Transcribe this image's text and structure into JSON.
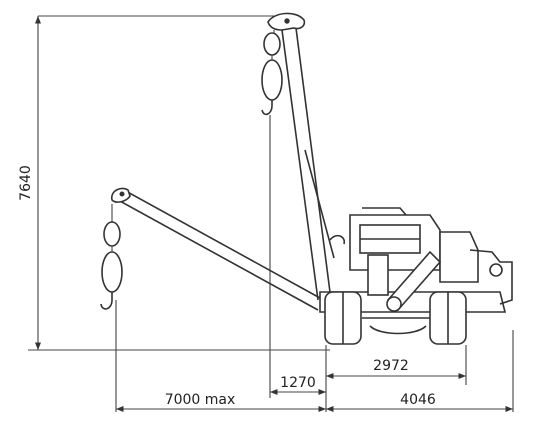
{
  "dimensions": {
    "height_label": "7640",
    "reach_label": "7000 max",
    "offset_label": "1270",
    "wheelbase_label": "2972",
    "length_label": "4046"
  },
  "colors": {
    "ink": "#333333",
    "background": "#ffffff"
  },
  "icons": {
    "upper_hook": "crane-hook-icon",
    "lower_hook": "crane-hook-icon"
  }
}
